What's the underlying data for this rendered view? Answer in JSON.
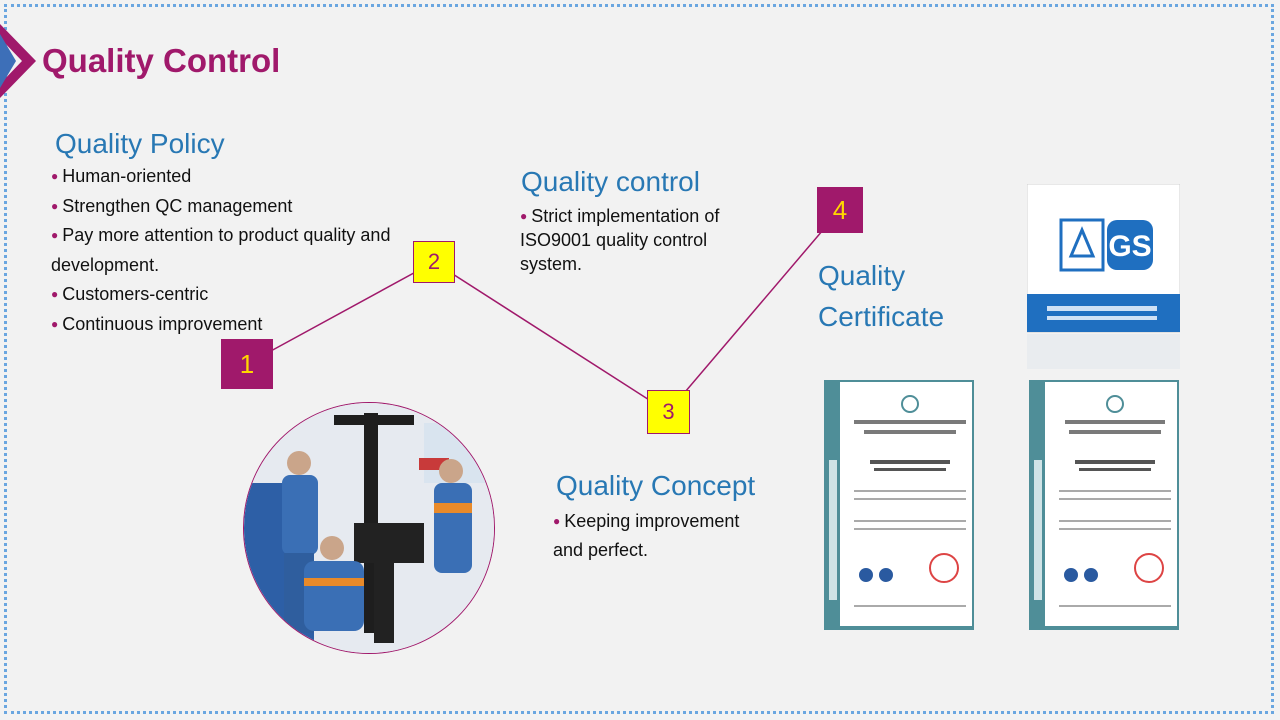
{
  "title": "Quality Control",
  "colors": {
    "accent": "#a0196b",
    "heading": "#2878b4",
    "frame": "#6aa6e0",
    "step_yellow": "#ffff00"
  },
  "policy": {
    "heading": "Quality Policy",
    "items": [
      "Human-oriented",
      "Strengthen  QC management",
      "Pay more attention to product quality and development.",
      "Customers-centric",
      "Continuous  improvement"
    ]
  },
  "quality_control": {
    "heading": "Quality control",
    "items": [
      "Strict implementation  of ISO9001 quality  control system."
    ]
  },
  "concept": {
    "heading": "Quality Concept",
    "items": [
      "Keeping  improvement and perfect."
    ]
  },
  "certificate": {
    "heading": "Quality Certificate"
  },
  "steps": [
    "1",
    "2",
    "3",
    "4"
  ],
  "images": {
    "photo": "workers-assembling-gym-machine-photo",
    "gs_badge": "tuv-gs-certification-badge",
    "cert_iso14001": "iso14001-environmental-certificate",
    "cert_iso9001": "iso9001-quality-certificate"
  }
}
